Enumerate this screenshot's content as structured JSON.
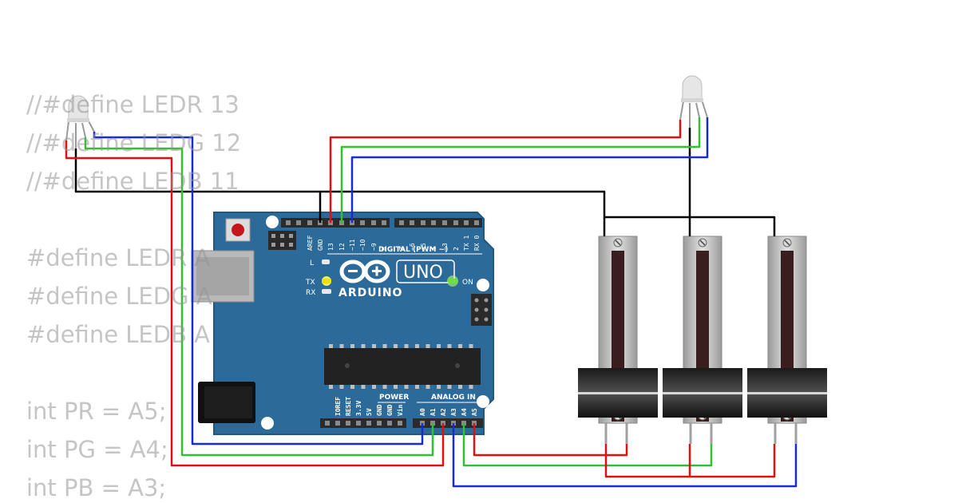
{
  "code_lines": [
    "//#define LEDR 13",
    "//#define LEDG 12",
    "//#define LEDB 11",
    "",
    "#define LEDR A",
    "#define LEDG A",
    "#define LEDB A",
    "",
    "int PR = A5;",
    "int PG = A4;",
    "int PB = A3;"
  ],
  "arduino": {
    "brand": "ARDUINO",
    "model": "UNO",
    "on_label": "ON",
    "l_label": "L",
    "tx_label": "TX",
    "rx_label": "RX",
    "digital_header": "DIGITAL (PWM ~)",
    "analog_header": "ANALOG IN",
    "power_header": "POWER",
    "digital_pins": [
      "AREF",
      "GND",
      "13",
      "12",
      "~11",
      "~10",
      "~9",
      "8",
      "7",
      "~6",
      "~5",
      "4",
      "~3",
      "2",
      "TX 1",
      "RX 0"
    ],
    "power_pins": [
      "IOREF",
      "RESET",
      "3.3V",
      "5V",
      "GND",
      "GND",
      "Vin"
    ],
    "analog_pins": [
      "A0",
      "A1",
      "A2",
      "A3",
      "A4",
      "A5"
    ]
  },
  "colors": {
    "board": "#2c6a99",
    "wire_red": "#e01010",
    "wire_green": "#30c030",
    "wire_blue": "#1a2bd0",
    "wire_black": "#000000"
  }
}
